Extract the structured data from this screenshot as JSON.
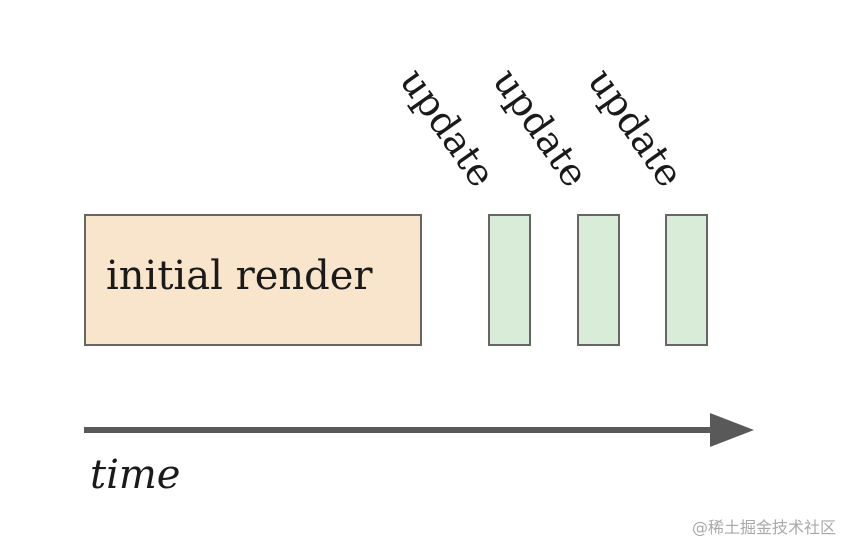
{
  "diagram": {
    "initial_render": {
      "label": "initial render",
      "fill": "#f9e5cc"
    },
    "updates": [
      {
        "label": "update",
        "fill": "#d9ecd7"
      },
      {
        "label": "update",
        "fill": "#d9ecd7"
      },
      {
        "label": "update",
        "fill": "#d9ecd7"
      }
    ],
    "axis": {
      "label": "time",
      "color": "#595959"
    }
  },
  "watermark": "@稀土掘金技术社区"
}
